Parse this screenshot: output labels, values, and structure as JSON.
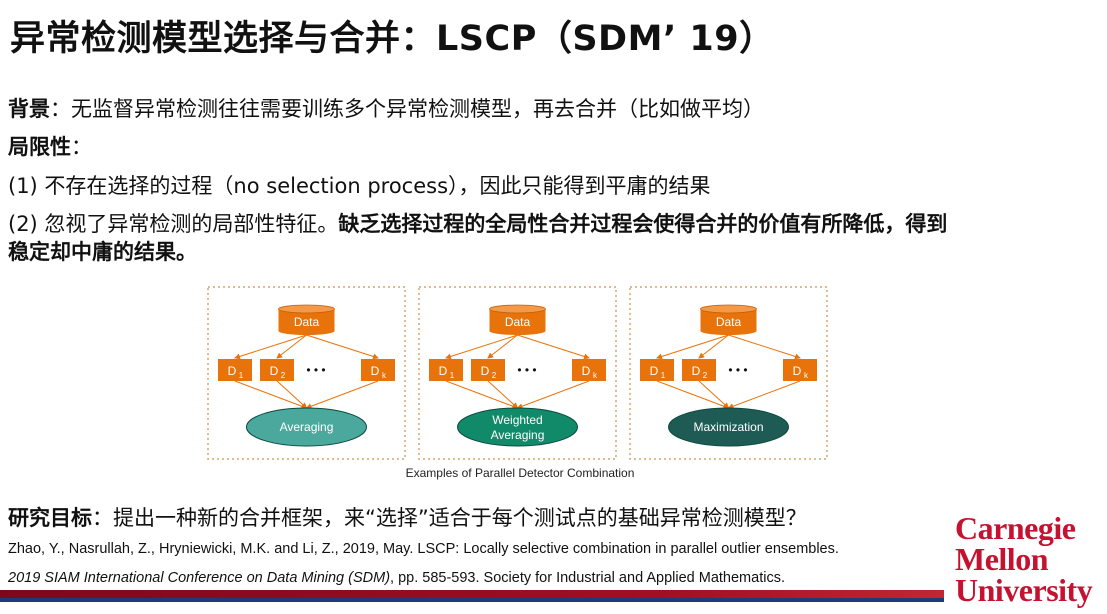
{
  "title": "异常检测模型选择与合并：LSCP（SDM’ 19）",
  "background": {
    "label": "背景",
    "text": "：无监督异常检测往往需要训练多个异常检测模型，再去合并（比如做平均）"
  },
  "limitations": {
    "label": "局限性",
    "colon": "：",
    "item1": "(1) 不存在选择的过程（no selection process），因此只能得到平庸的结果",
    "item2_normal": "(2) 忽视了异常检测的局部性特征。",
    "item2_bold_a": "缺乏选择过程的全局性合并过程会使得合并的价值有所降低，得到",
    "item2_bold_b": "稳定却中庸的结果。"
  },
  "figure": {
    "data_label": "Data",
    "d1": "D",
    "d1_sub": "1",
    "d2": "D",
    "d2_sub": "2",
    "dk": "D",
    "dk_sub": "k",
    "dots": "• • •",
    "panels": [
      {
        "result": "Averaging",
        "result_line2": "",
        "color": "#4aa99c"
      },
      {
        "result": "Weighted",
        "result_line2": "Averaging",
        "color": "#118a6a"
      },
      {
        "result": "Maximization",
        "result_line2": "",
        "color": "#1f5b55"
      }
    ],
    "caption": "Examples of Parallel Detector Combination",
    "accent": "#e8730a"
  },
  "goal": {
    "label": "研究目标",
    "text": "：提出一种新的合并框架，来“选择”适合于每个测试点的基础异常检测模型？"
  },
  "reference": {
    "line1": "Zhao, Y., Nasrullah, Z., Hryniewicki, M.K. and Li, Z., 2019, May. LSCP: Locally selective combination in parallel outlier ensembles.",
    "line2_italic": "2019 SIAM International Conference on Data Mining (SDM)",
    "line2_rest": ", pp. 585-593. Society for Industrial and Applied Mathematics."
  },
  "logo": {
    "line1": "Carnegie",
    "line2": "Mellon",
    "line3": "University"
  }
}
